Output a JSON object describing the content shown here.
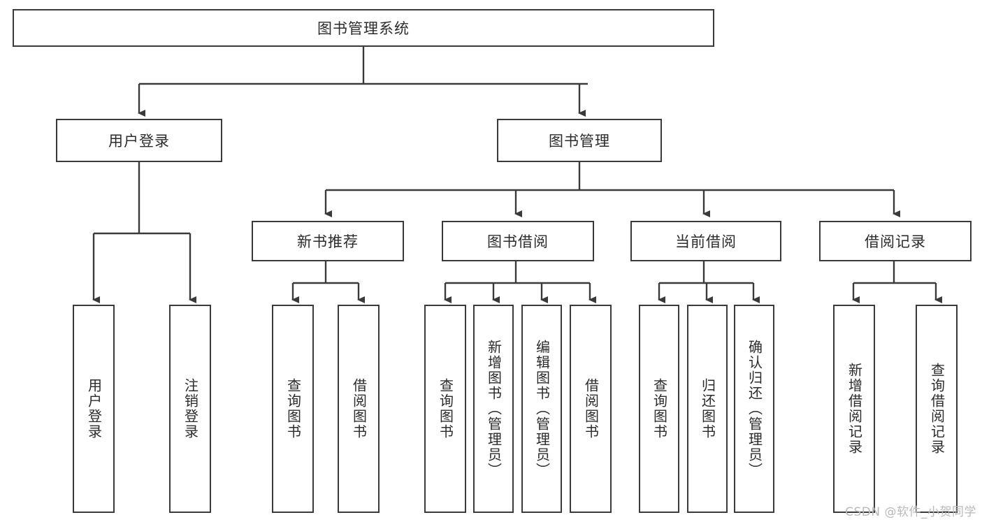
{
  "diagram": {
    "title": "图书管理系统",
    "watermark": "CSDN @软件_小贺同学",
    "accent_color": "#3a3a3a",
    "background_color": "#ffffff",
    "nodes": {
      "root": "图书管理系统",
      "user_login": "用户登录",
      "book_manage": "图书管理",
      "new_book_rec": "新书推荐",
      "book_borrow": "图书借阅",
      "current_borrow": "当前借阅",
      "borrow_record": "借阅记录",
      "leaf_user_login": "用户登录",
      "leaf_user_logout": "注销登录",
      "leaf_rec_query": "查询图书",
      "leaf_rec_borrow": "借阅图书",
      "leaf_borrow_query": "查询图书",
      "leaf_borrow_add": "新增图书（管理员）",
      "leaf_borrow_edit": "编辑图书（管理员）",
      "leaf_borrow_do": "借阅图书",
      "leaf_current_query": "查询图书",
      "leaf_current_return": "归还图书",
      "leaf_current_confirm": "确认归还（管理员）",
      "leaf_record_add": "新增借阅记录",
      "leaf_record_query": "查询借阅记录"
    }
  }
}
